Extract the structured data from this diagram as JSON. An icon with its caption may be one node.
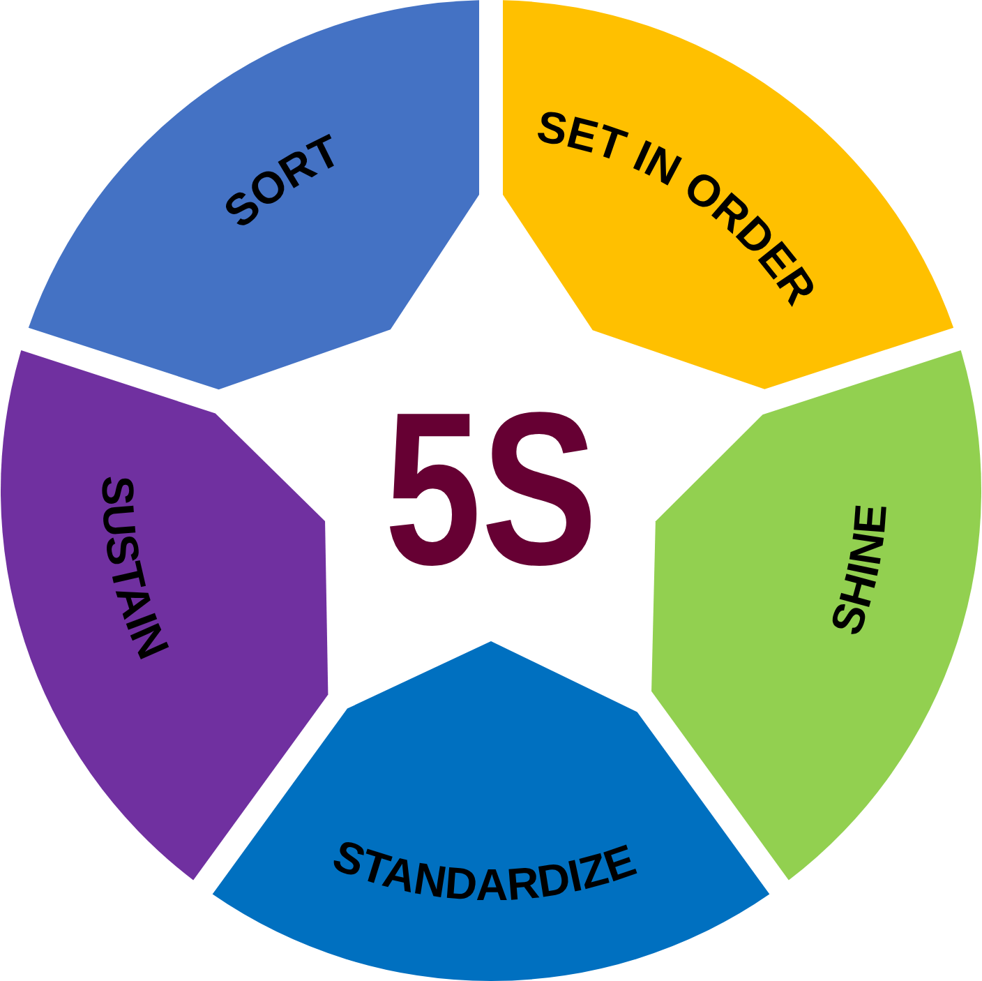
{
  "diagram": {
    "title": "5S",
    "nodes": [
      {
        "text": [
          "SORT"
        ]
      },
      {
        "text": [
          "SET IN ORDER"
        ]
      },
      {
        "text": [
          "SHINE"
        ]
      },
      {
        "text": [
          "STANDARDIZE"
        ]
      },
      {
        "text": [
          "SUSTAIN"
        ]
      }
    ]
  }
}
